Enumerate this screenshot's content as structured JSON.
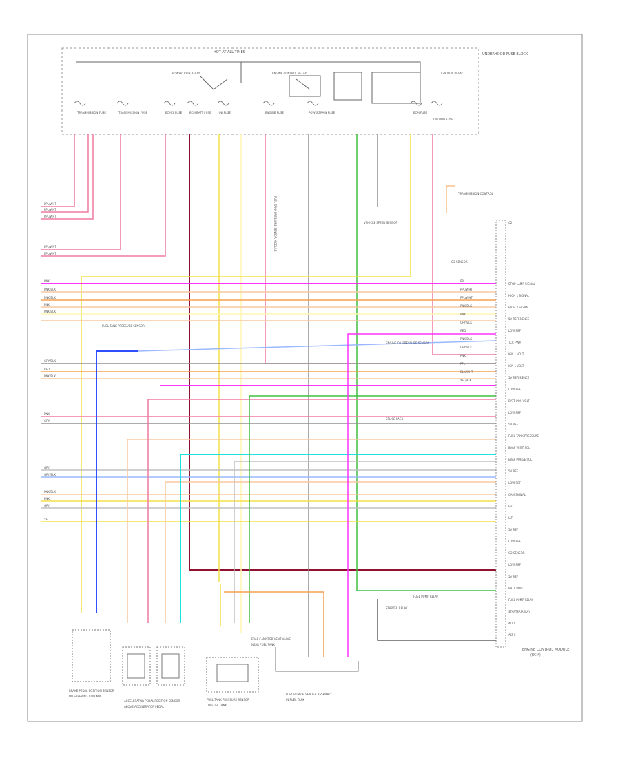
{
  "header": {
    "fuse_block_title": "HOT AT ALL TIMES",
    "underhood_label": "UNDERHOOD FUSE BLOCK"
  },
  "fuse_block": {
    "left_labels": [
      "TRANSMISSION FUSE",
      "TRANSMISSION FUSE",
      "ECM 1 FUSE",
      "ECM BATT FUSE",
      "INJ FUSE"
    ],
    "right_labels": [
      "ENGINE FUSE",
      "POWERTRAIN FUSE",
      "ECM FUSE",
      "IGNITION FUSE"
    ],
    "relays": [
      "POWERTRAIN RELAY",
      "ENGINE CONTROL RELAY",
      "IGNITION RELAY"
    ]
  },
  "left_notes": {
    "top_group": [
      "PPL/WHT",
      "PPL/WHT",
      "PPL/WHT",
      "PPL/WHT",
      "PPL/WHT"
    ],
    "mid_group": [
      "PNK",
      "PNK/BLK",
      "PNK/BLK",
      "PNK",
      "PNK/BLK"
    ],
    "lower_group": [
      "GRY/BLK",
      "RED",
      "PNK/BLK",
      "PNK",
      "GRY",
      "GRY",
      "GRY/BLK",
      "PNK/BLK",
      "PNK",
      "GRY",
      "YEL"
    ]
  },
  "center_labels": {
    "pressure_sensor": "FUEL TANK PRESSURE SENSOR",
    "module_a": "FUEL TANK PRESSURE SENSOR MODULE",
    "ground_a": "VEHICLE SPEED SENSOR",
    "ground_b": "ENGINE OIL PRESSURE SENSOR",
    "splice": "SPLICE PACK"
  },
  "ecm": {
    "title": "ENGINE CONTROL MODULE",
    "subtitle": "(ECM)",
    "connector": "C2",
    "pin_labels": [
      "STOP LAMP SIGNAL",
      "HIGH 1 SIGNAL",
      "HIGH 2 SIGNAL",
      "5V REFERENCE",
      "LOW REF",
      "TCC PWM",
      "IGN 1 VOLT",
      "IGN 1 VOLT",
      "5V REFERENCE",
      "LOW REF",
      "BATT POS VOLT",
      "LOW REF",
      "5V REF",
      "FUEL TANK PRESSURE",
      "EVAP VENT SOL",
      "EVAP PURGE SOL",
      "5V REF",
      "LOW REF",
      "CAM SIGNAL",
      "IAT",
      "IAT",
      "5V REF",
      "LOW REF",
      "O2 SENSOR",
      "LOW REF",
      "5V REF",
      "BATT VOLT",
      "FUEL PUMP RELAY",
      "STARTER RELAY",
      "ALT L",
      "ALT F"
    ],
    "wire_codes": [
      "PPL",
      "PPL/WHT",
      "PPL/WHT",
      "PNK/BLK",
      "PNK",
      "GRY/BLK",
      "RED",
      "PNK/BLK",
      "GRY/BLK",
      "PNK",
      "PPL",
      "BLK/WHT",
      "YEL/BLK"
    ]
  },
  "bottom_components": [
    {
      "name": "BRAKE PEDAL POSITION SENSOR",
      "note": "ON STEERING COLUMN"
    },
    {
      "name": "ACCELERATOR PEDAL POSITION SENSOR",
      "note": "ABOVE ACCELERATOR PEDAL"
    },
    {
      "name": "FUEL TANK PRESSURE SENSOR",
      "note": "ON FUEL TANK"
    },
    {
      "name": "FUEL PUMP & SENDER ASSEMBLY",
      "note": "IN FUEL TANK"
    },
    {
      "name": "EVAP CANISTER VENT VALVE",
      "note": "NEAR FUEL TANK"
    }
  ],
  "right_notes": {
    "ground": "TRANSMISSION CONTROL",
    "sensor_label": "O2 SENSOR",
    "fuel_label": "FUEL PUMP RELAY",
    "starter_label": "STARTER RELAY"
  },
  "colors": {
    "pink": "#f07aa0",
    "magenta": "#ff33ff",
    "yellow": "#f2e04a",
    "light_yellow": "#fff6b0",
    "orange": "#f5a050",
    "peach": "#f8c8a0",
    "blue": "#3050ff",
    "light_blue": "#9ab8ff",
    "cyan": "#20e0e0",
    "green": "#40c040",
    "maroon": "#901030",
    "gray": "#909090",
    "black": "#303030"
  }
}
